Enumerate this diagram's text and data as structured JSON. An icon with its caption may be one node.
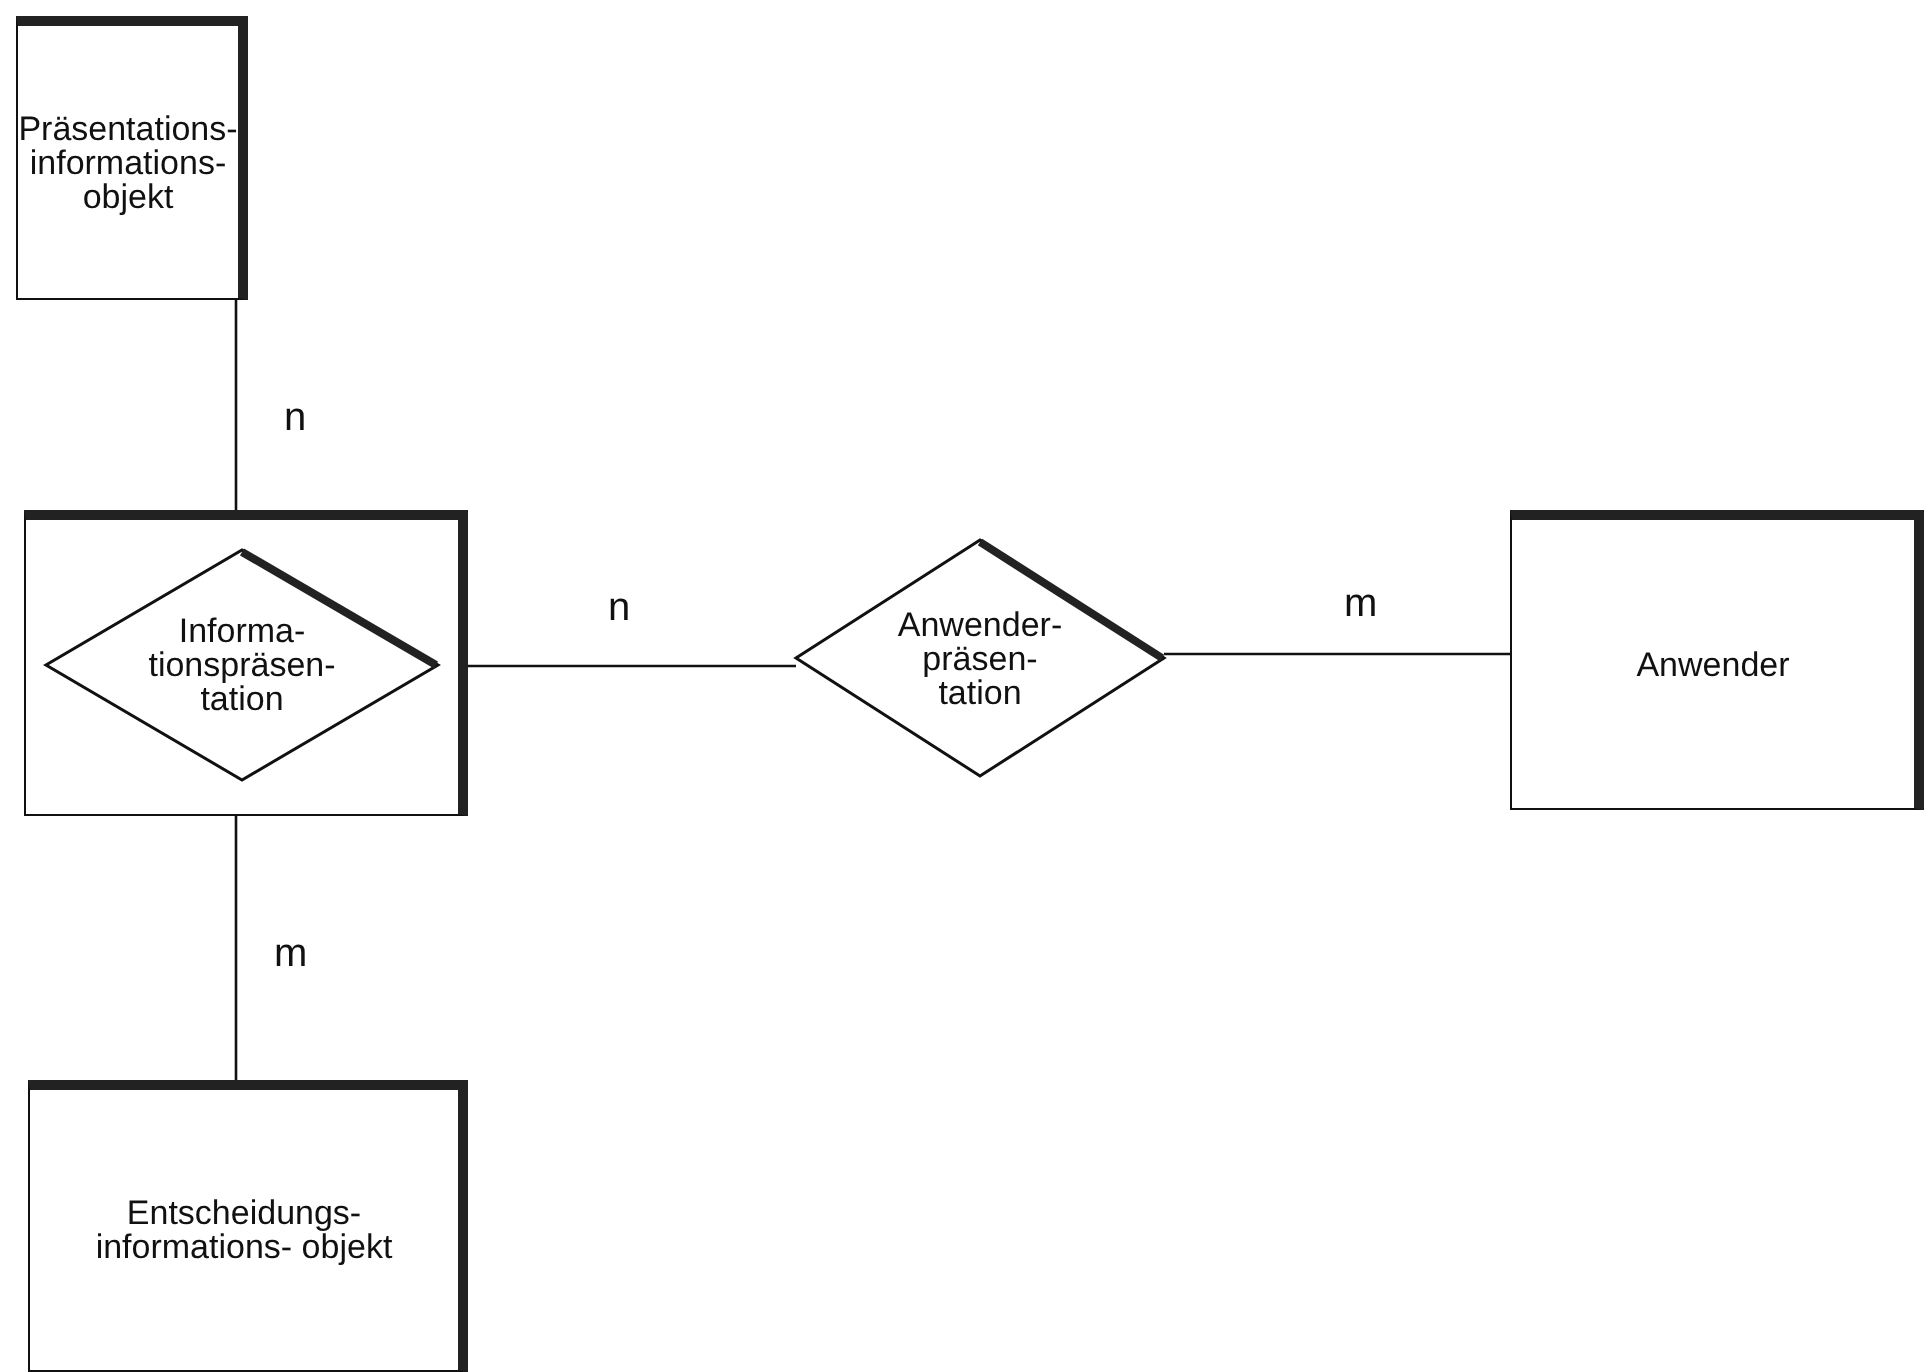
{
  "diagram": {
    "nodes": [
      {
        "text": [
          "Präsentations- informations- objekt"
        ]
      },
      {
        "text": [],
        "shape": "box"
      },
      {
        "text": [
          "Informa- tionspräsen- tation"
        ],
        "in": 1
      },
      {
        "text": [
          "Anwender- präsen- tation"
        ]
      },
      {
        "text": [
          "Anwender"
        ]
      },
      {
        "text": [
          "Entscheidungs- informations- objekt"
        ]
      }
    ],
    "edges": [
      {
        "from": 0,
        "to": 1,
        "arrow": "none",
        "label": "n"
      },
      {
        "from": 1,
        "to": 3,
        "arrow": "none",
        "label": "n"
      },
      {
        "from": 3,
        "to": 4,
        "arrow": "none",
        "label": "m"
      },
      {
        "from": 1,
        "to": 5,
        "arrow": "none",
        "label": "m"
      }
    ]
  }
}
